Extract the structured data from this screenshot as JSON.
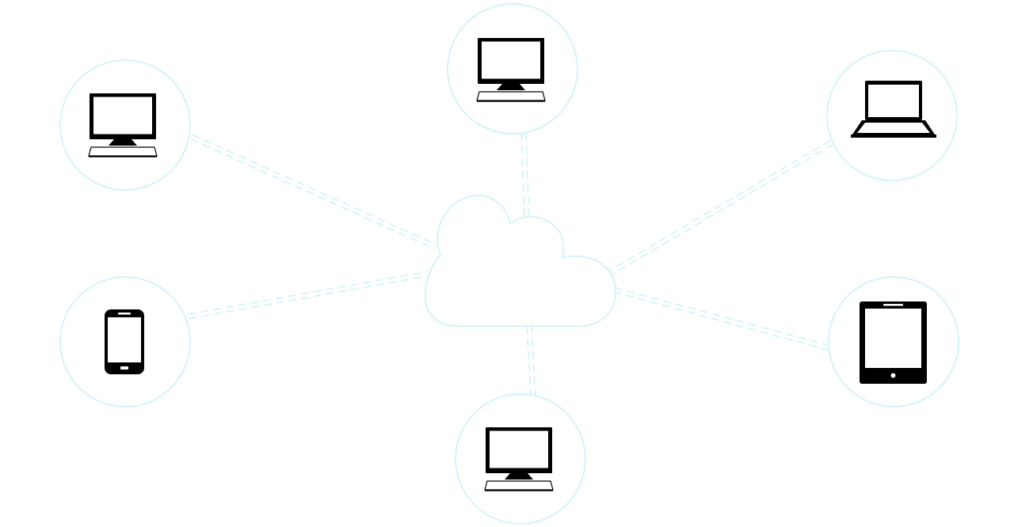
{
  "diagram": {
    "type": "hub-and-spoke network",
    "hub": {
      "name": "cloud",
      "icon": "cloud-icon"
    },
    "nodes": [
      {
        "id": "top-left",
        "device": "desktop-monitor",
        "icon": "desktop-monitor-icon"
      },
      {
        "id": "top-center",
        "device": "desktop-monitor",
        "icon": "desktop-monitor-icon"
      },
      {
        "id": "top-right",
        "device": "laptop",
        "icon": "laptop-icon"
      },
      {
        "id": "mid-left",
        "device": "smartphone",
        "icon": "smartphone-icon"
      },
      {
        "id": "mid-right",
        "device": "tablet",
        "icon": "tablet-icon"
      },
      {
        "id": "bottom-center",
        "device": "desktop-monitor",
        "icon": "desktop-monitor-icon"
      }
    ],
    "connection_style": "dashed",
    "colors": {
      "accent": "#c6f1f8",
      "device": "#000000",
      "background": "#ffffff"
    }
  }
}
